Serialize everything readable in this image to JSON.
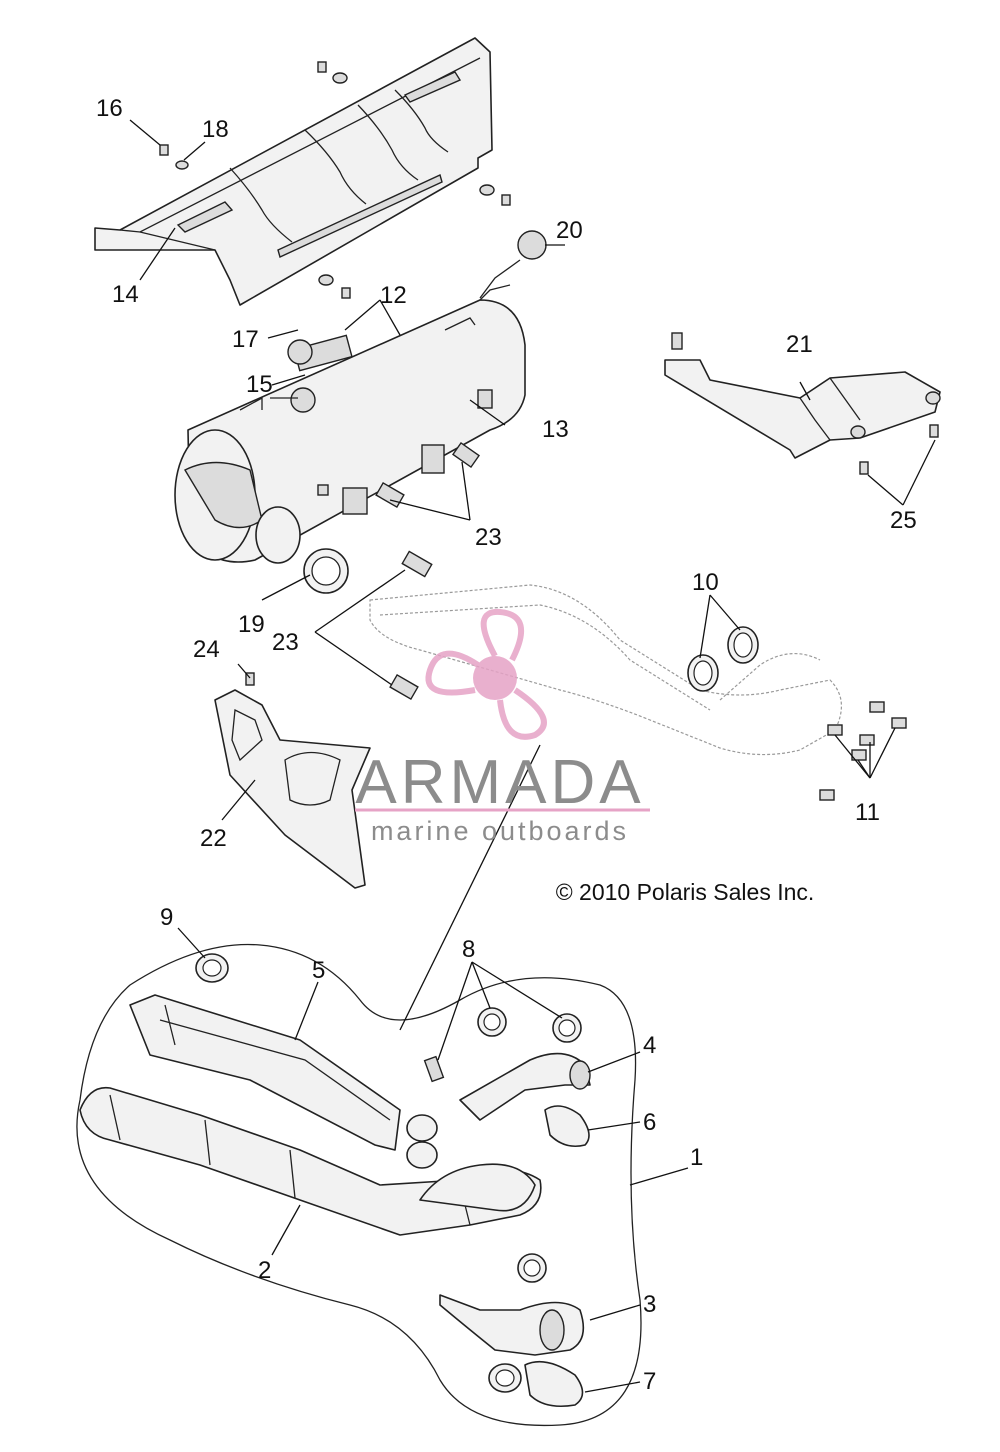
{
  "callouts": [
    "1",
    "2",
    "3",
    "4",
    "5",
    "6",
    "7",
    "8",
    "9",
    "10",
    "11",
    "12",
    "13",
    "14",
    "15",
    "16",
    "17",
    "18",
    "19",
    "20",
    "21",
    "22",
    "23",
    "23",
    "24",
    "25"
  ],
  "watermark": {
    "name": "ARMADA",
    "tagline": "marine outboards",
    "accent_color": "#e6a3c6",
    "text_color": "#8c8c8c"
  },
  "copyright": "© 2010 Polaris Sales Inc."
}
